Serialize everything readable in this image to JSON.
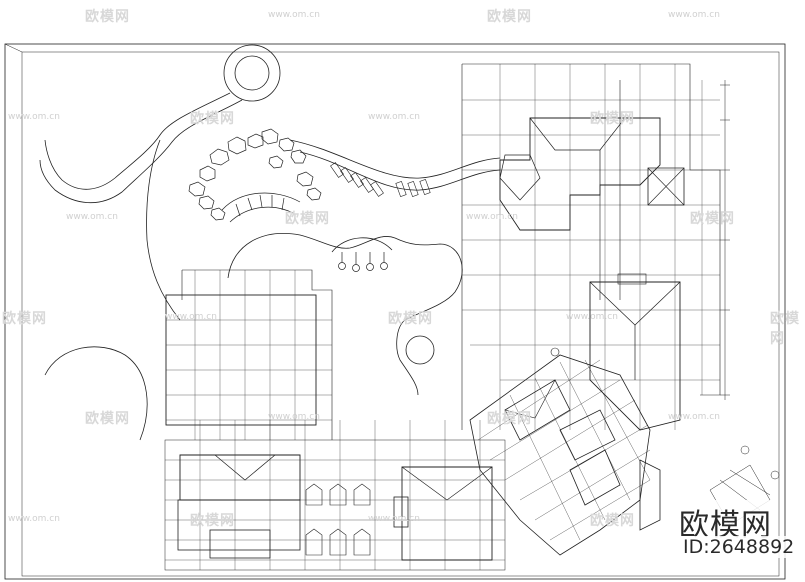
{
  "watermark": {
    "brand_text": "欧模网",
    "url_text": "www.om.cn",
    "color": "#d8d8d8"
  },
  "corner_brand": "欧模网",
  "drawing_id": "ID:2648892",
  "line_color": "#222222"
}
